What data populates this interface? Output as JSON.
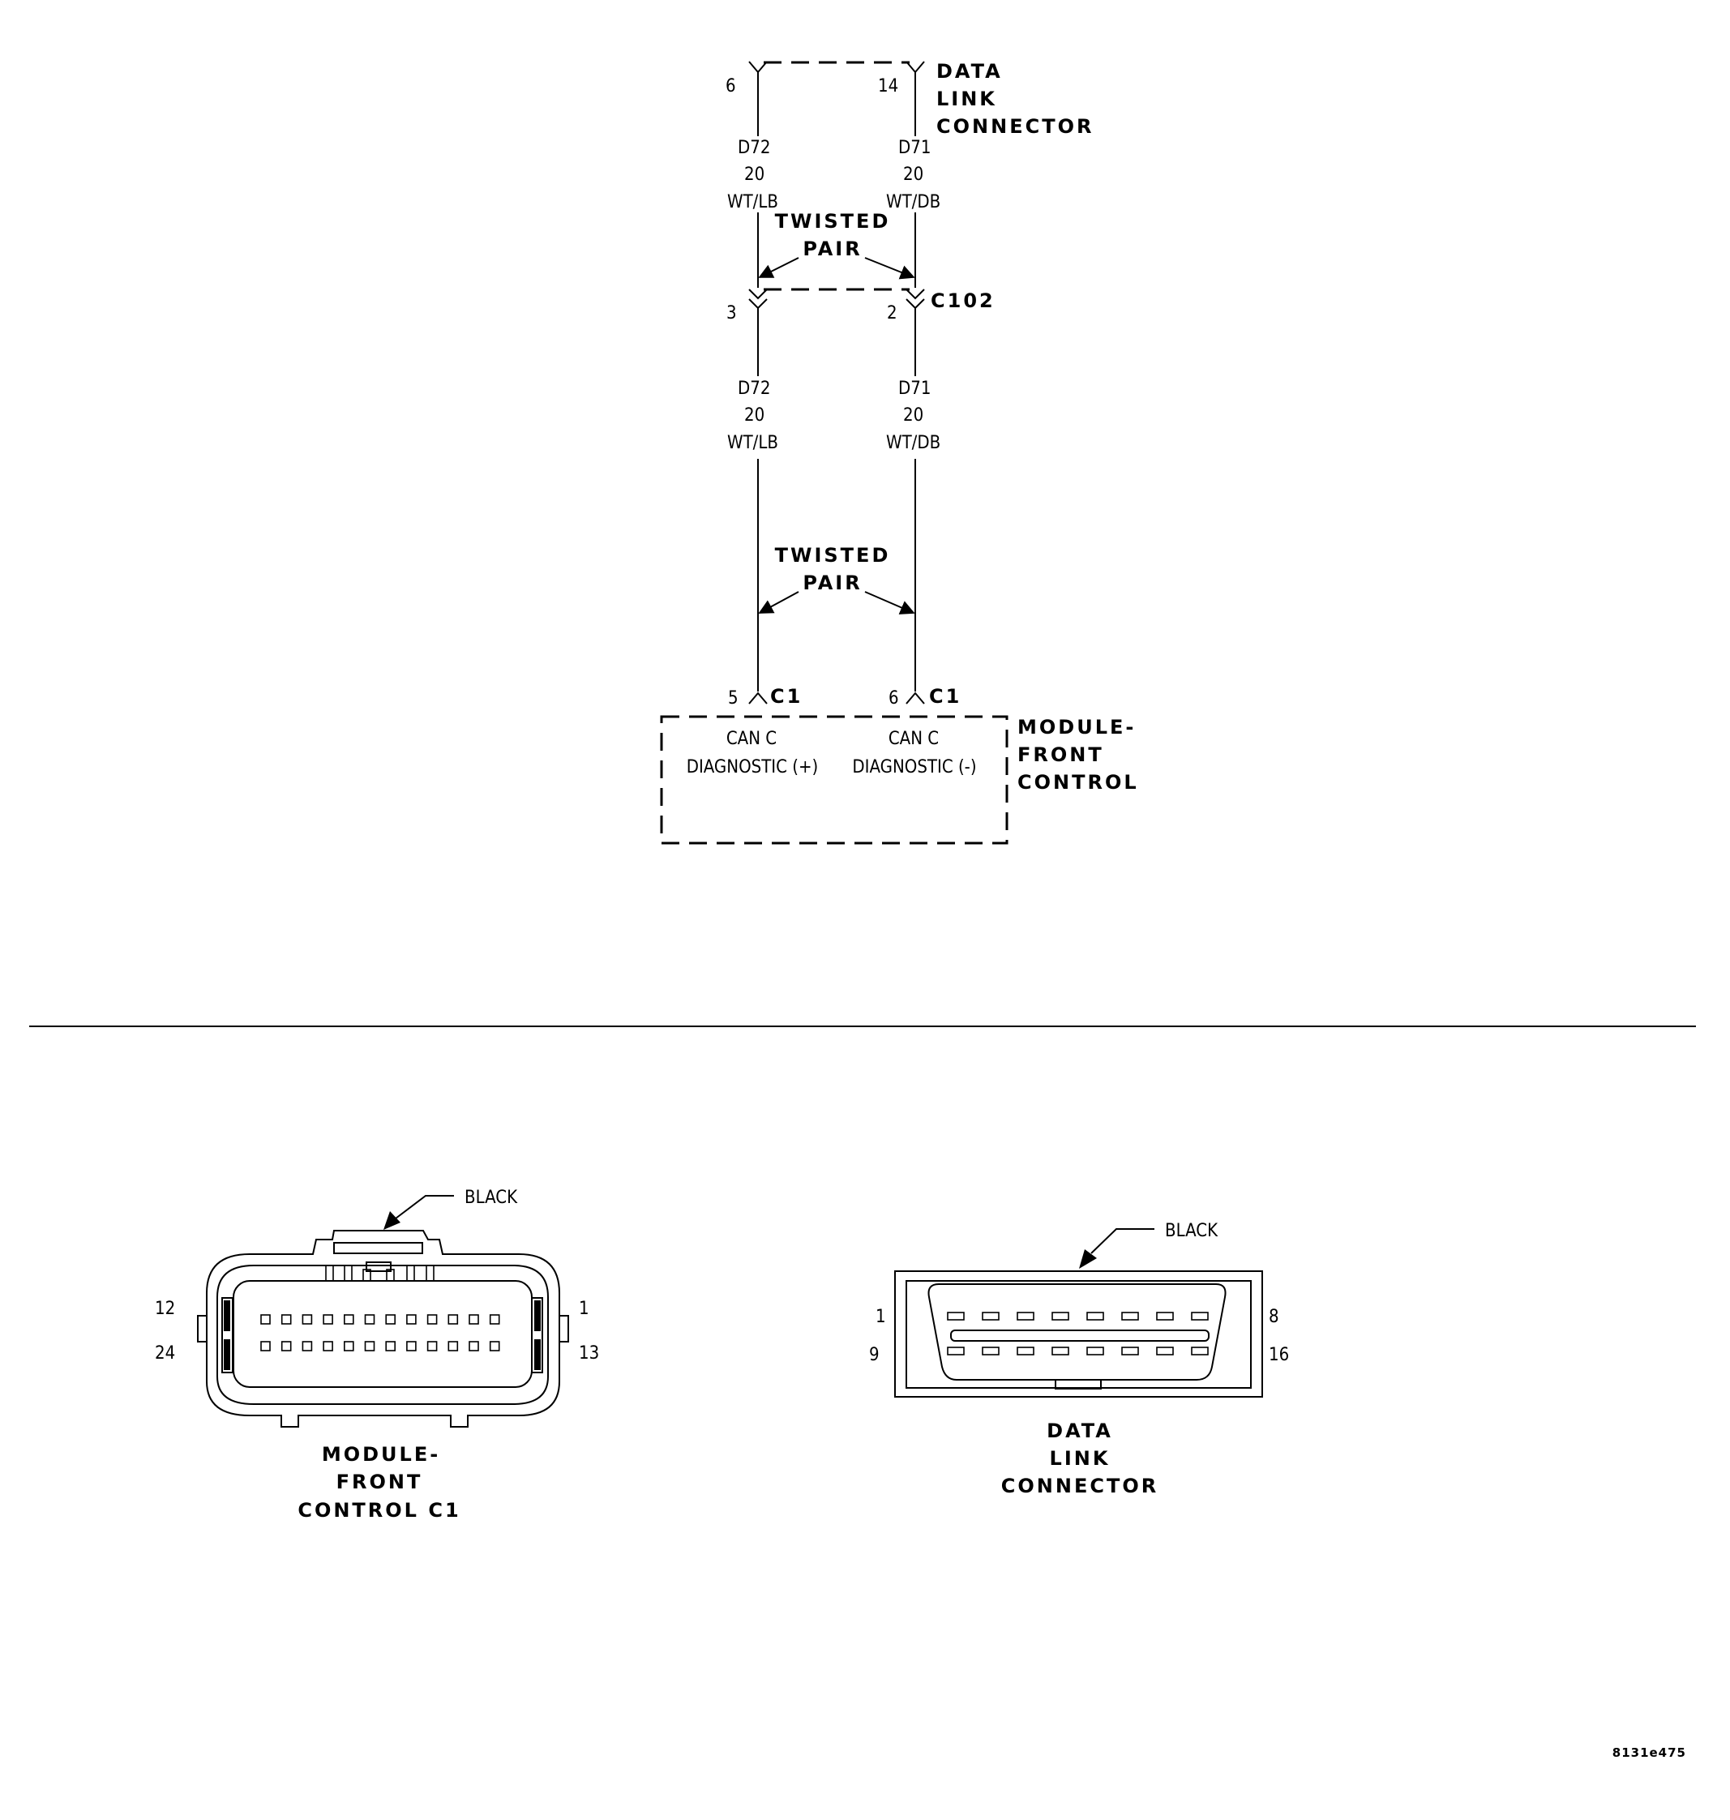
{
  "diagram": {
    "data_link_connector": {
      "title_lines": [
        "DATA",
        "LINK",
        "CONNECTOR"
      ],
      "pin_left": "6",
      "pin_right": "14"
    },
    "upper_wires": {
      "left": {
        "circuit": "D72",
        "gauge": "20",
        "color": "WT/LB"
      },
      "right": {
        "circuit": "D71",
        "gauge": "20",
        "color": "WT/DB"
      }
    },
    "twisted_pair_upper": [
      "TWISTED",
      "PAIR"
    ],
    "c102": {
      "label": "C102",
      "pin_left": "3",
      "pin_right": "2"
    },
    "lower_wires": {
      "left": {
        "circuit": "D72",
        "gauge": "20",
        "color": "WT/LB"
      },
      "right": {
        "circuit": "D71",
        "gauge": "20",
        "color": "WT/DB"
      }
    },
    "twisted_pair_lower": [
      "TWISTED",
      "PAIR"
    ],
    "module_pins": {
      "left": {
        "pin": "5",
        "connector": "C1"
      },
      "right": {
        "pin": "6",
        "connector": "C1"
      }
    },
    "module": {
      "title_lines": [
        "MODULE-",
        "FRONT",
        "CONTROL"
      ],
      "left_func": [
        "CAN C",
        "DIAGNOSTIC (+)"
      ],
      "right_func": [
        "CAN C",
        "DIAGNOSTIC (-)"
      ]
    }
  },
  "views": {
    "module_c1": {
      "color_label": "BLACK",
      "pin_top_left": "12",
      "pin_bottom_left": "24",
      "pin_top_right": "1",
      "pin_bottom_right": "13",
      "caption_lines": [
        "MODULE-",
        "FRONT",
        "CONTROL C1"
      ]
    },
    "dlc": {
      "color_label": "BLACK",
      "pin_top_left": "1",
      "pin_bottom_left": "9",
      "pin_top_right": "8",
      "pin_bottom_right": "16",
      "caption_lines": [
        "DATA",
        "LINK",
        "CONNECTOR"
      ]
    }
  },
  "figure_id": "8131e475"
}
